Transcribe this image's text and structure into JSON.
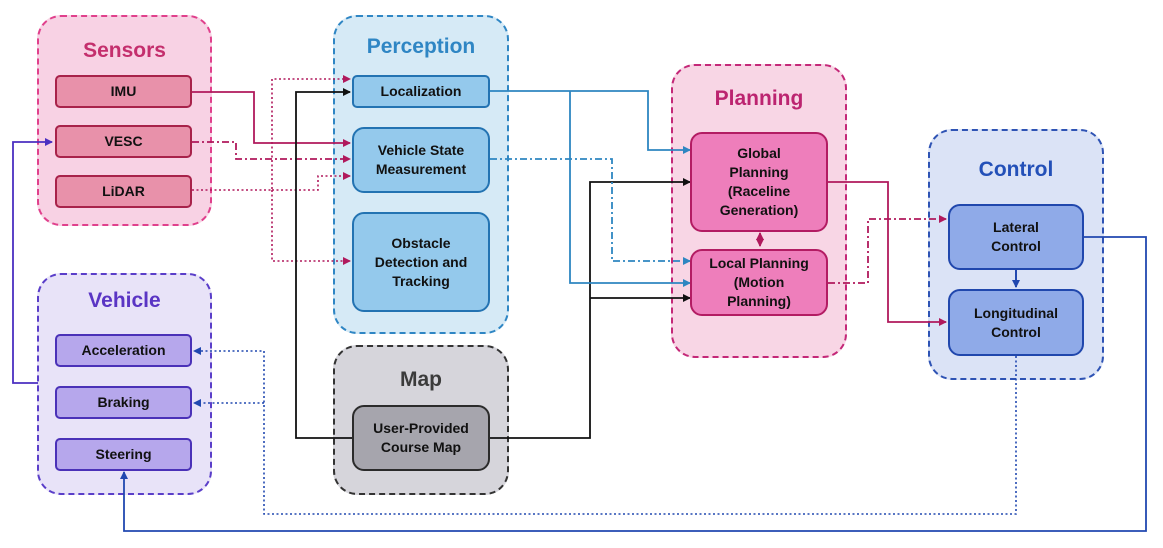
{
  "groups": {
    "sensors": {
      "title": "Sensors",
      "items": [
        "IMU",
        "VESC",
        "LiDAR"
      ]
    },
    "perception": {
      "title": "Perception",
      "items": [
        "Localization",
        "Vehicle State\nMeasurement",
        "Obstacle\nDetection and\nTracking"
      ]
    },
    "map": {
      "title": "Map",
      "items": [
        "User-Provided\nCourse Map"
      ]
    },
    "planning": {
      "title": "Planning",
      "items": [
        "Global\nPlanning\n(Raceline\nGeneration)",
        "Local Planning\n(Motion\nPlanning)"
      ]
    },
    "control": {
      "title": "Control",
      "items": [
        "Lateral\nControl",
        "Longitudinal\nControl"
      ]
    },
    "vehicle": {
      "title": "Vehicle",
      "items": [
        "Acceleration",
        "Braking",
        "Steering"
      ]
    }
  },
  "colors": {
    "sensor_wire": "#b0195c",
    "perception_wire": "#2e86c1",
    "map_wire": "#111111",
    "planning_wire": "#b0195c",
    "control_wire": "#2148b0",
    "vehicle_wire": "#4b2fc1"
  }
}
